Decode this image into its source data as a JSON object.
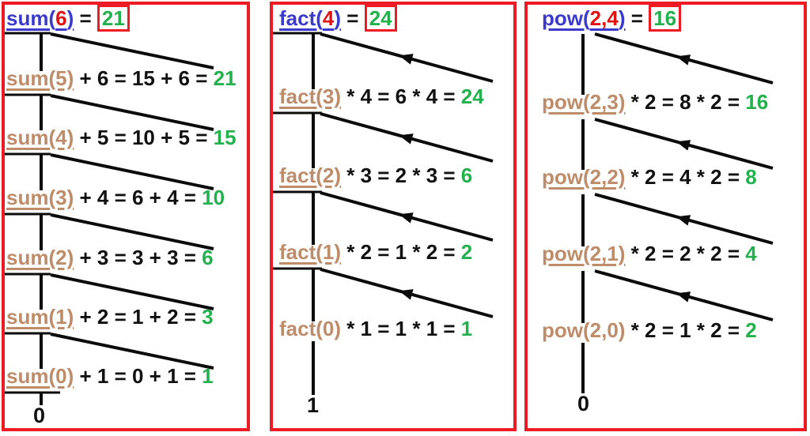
{
  "colors": {
    "frame_red": "#ed1c24",
    "call_blue": "#3a3acd",
    "arg_red": "#e31212",
    "recursive_call_tan": "#bf8c6a",
    "result_green": "#23b14d",
    "text_black": "#111111"
  },
  "panels": [
    {
      "id": "sum",
      "title": {
        "fn": "sum(",
        "arg": "6",
        "close": ")",
        "eq": " = ",
        "result": "21"
      },
      "rows": [
        {
          "call": "sum(5)",
          "mid": " + 6 = 15 + 6 = ",
          "result": "21"
        },
        {
          "call": "sum(4)",
          "mid": " + 5 = 10 + 5 = ",
          "result": "15"
        },
        {
          "call": "sum(3)",
          "mid": " + 4 = 6 + 4 = ",
          "result": "10"
        },
        {
          "call": "sum(2)",
          "mid": " + 3 = 3 + 3 = ",
          "result": "6"
        },
        {
          "call": "sum(1)",
          "mid": " + 2 = 1 + 2 = ",
          "result": "3"
        },
        {
          "call": "sum(0)",
          "mid": " + 1 = 0 + 1 = ",
          "result": "1"
        }
      ],
      "base_label": "0"
    },
    {
      "id": "fact",
      "title": {
        "fn": "fact(",
        "arg": "4",
        "close": ")",
        "eq": " = ",
        "result": "24"
      },
      "rows": [
        {
          "call": "fact(3)",
          "mid": " * 4 = 6 * 4 = ",
          "result": "24"
        },
        {
          "call": "fact(2)",
          "mid": " * 3 = 2 * 3 = ",
          "result": "6"
        },
        {
          "call": "fact(1)",
          "mid": " * 2 = 1 * 2 = ",
          "result": "2"
        },
        {
          "call": "fact(0)",
          "mid": " * 1 = 1 * 1 = ",
          "result": "1"
        }
      ],
      "base_label": "1"
    },
    {
      "id": "pow",
      "title": {
        "fn": "pow(",
        "arg": "2,4",
        "close": ")",
        "eq": " = ",
        "result": "16"
      },
      "rows": [
        {
          "call": "pow(2,3)",
          "mid": " * 2 = 8 * 2 = ",
          "result": "16"
        },
        {
          "call": "pow(2,2)",
          "mid": " * 2 = 4 * 2 = ",
          "result": "8"
        },
        {
          "call": "pow(2,1)",
          "mid": " * 2 = 2 * 2 = ",
          "result": "4"
        },
        {
          "call": "pow(2,0)",
          "mid": " * 2 = 1 * 2 = ",
          "result": "2"
        }
      ],
      "base_label": "0"
    }
  ]
}
